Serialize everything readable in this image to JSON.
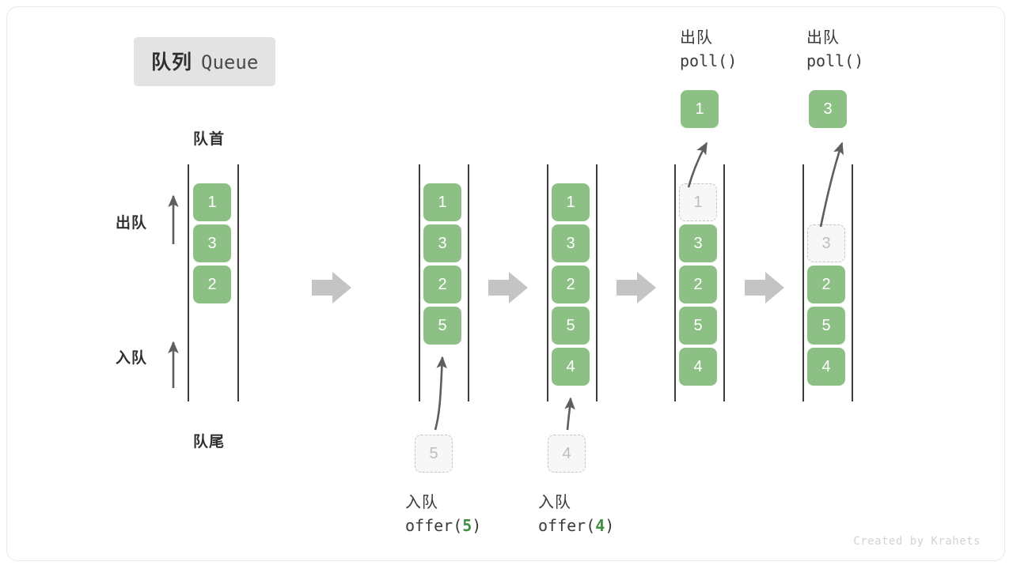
{
  "title": {
    "cn": "队列",
    "en": "Queue"
  },
  "labels": {
    "head": "队首",
    "tail": "队尾",
    "dequeue_side": "出队",
    "enqueue_side": "入队"
  },
  "colors": {
    "element_fill": "#8cc084",
    "element_text": "#ffffff",
    "ghost_fill": "#f7f7f7",
    "ghost_border": "#c4c4c4",
    "ghost_text": "#bdbdbd",
    "rail": "#3c3c3c",
    "arrow_gray": "#5e5e5e",
    "step_arrow": "#c4c4c4",
    "badge_bg": "#e3e3e3",
    "code_arg": "#3f8f42",
    "watermark": "#d3d3d3"
  },
  "watermark": "Created by Krahets",
  "columns": [
    {
      "name": "initial",
      "items": [
        {
          "value": "1",
          "state": "filled"
        },
        {
          "value": "3",
          "state": "filled"
        },
        {
          "value": "2",
          "state": "filled"
        }
      ],
      "caption": null,
      "result": null
    },
    {
      "name": "offer-5",
      "items": [
        {
          "value": "1",
          "state": "filled"
        },
        {
          "value": "3",
          "state": "filled"
        },
        {
          "value": "2",
          "state": "filled"
        },
        {
          "value": "5",
          "state": "filled"
        }
      ],
      "incoming": {
        "value": "5",
        "state": "ghost"
      },
      "caption": {
        "cn": "入队",
        "code_prefix": "offer(",
        "code_arg": "5",
        "code_suffix": ")"
      },
      "result": null
    },
    {
      "name": "offer-4",
      "items": [
        {
          "value": "1",
          "state": "filled"
        },
        {
          "value": "3",
          "state": "filled"
        },
        {
          "value": "2",
          "state": "filled"
        },
        {
          "value": "5",
          "state": "filled"
        },
        {
          "value": "4",
          "state": "filled"
        }
      ],
      "incoming": {
        "value": "4",
        "state": "ghost"
      },
      "caption": {
        "cn": "入队",
        "code_prefix": "offer(",
        "code_arg": "4",
        "code_suffix": ")"
      },
      "result": null
    },
    {
      "name": "poll-1",
      "items": [
        {
          "value": "1",
          "state": "ghost"
        },
        {
          "value": "3",
          "state": "filled"
        },
        {
          "value": "2",
          "state": "filled"
        },
        {
          "value": "5",
          "state": "filled"
        },
        {
          "value": "4",
          "state": "filled"
        }
      ],
      "caption_top": {
        "cn": "出队",
        "code_prefix": "poll(",
        "code_arg": "",
        "code_suffix": ")"
      },
      "result": {
        "value": "1",
        "state": "filled"
      }
    },
    {
      "name": "poll-3",
      "items": [
        {
          "value": "3",
          "state": "ghost"
        },
        {
          "value": "2",
          "state": "filled"
        },
        {
          "value": "5",
          "state": "filled"
        },
        {
          "value": "4",
          "state": "filled"
        }
      ],
      "caption_top": {
        "cn": "出队",
        "code_prefix": "poll(",
        "code_arg": "",
        "code_suffix": ")"
      },
      "result": {
        "value": "3",
        "state": "filled"
      }
    }
  ]
}
